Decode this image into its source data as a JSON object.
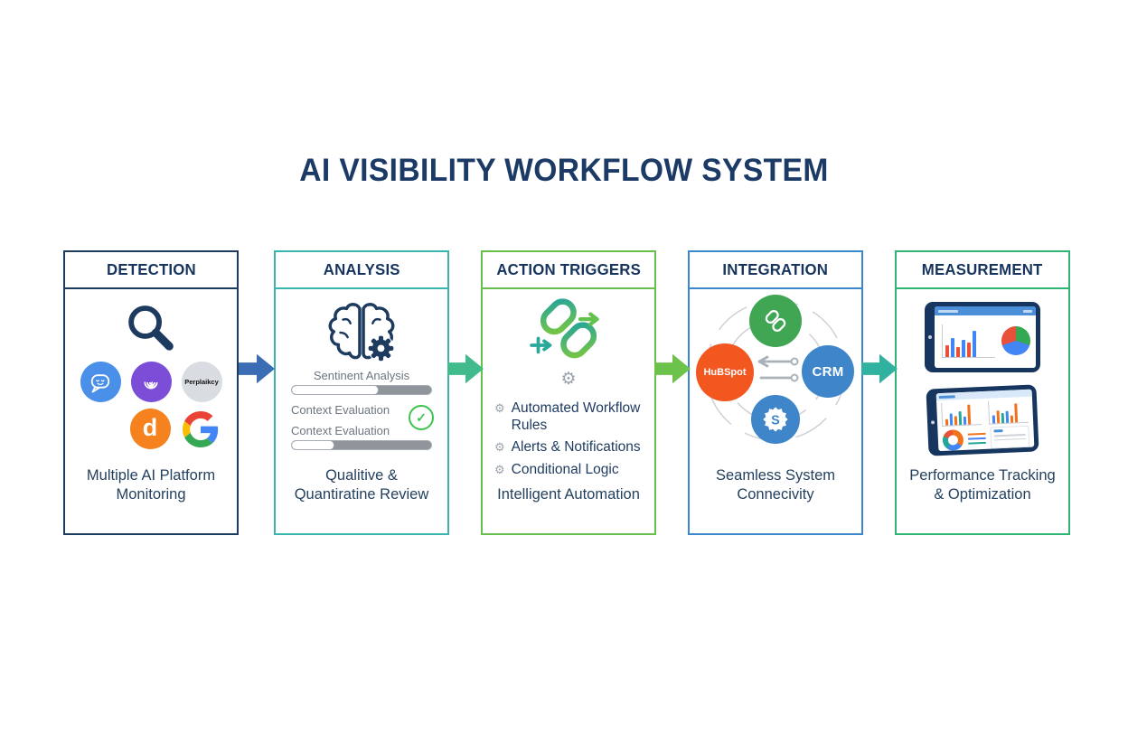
{
  "title": "AI VISIBILITY WORKFLOW SYSTEM",
  "icons": {
    "gear_glyph": "⚙",
    "check_glyph": "✓"
  },
  "arrows": [
    {
      "color": "#3b6cb4"
    },
    {
      "color": "#41ba8c"
    },
    {
      "color": "#6cc24b"
    },
    {
      "color": "#2fb3a0"
    }
  ],
  "stages": [
    {
      "label": "DETECTION",
      "border_color": "#1d3a5f",
      "caption": "Multiple AI Platform\nMonitoring",
      "platforms": {
        "chat_color": "#4a8fe8",
        "spiral_color": "#7c4ed8",
        "perplexity_bg": "#d9dce1",
        "perplexity_label": "Perplaikcy",
        "d_bg": "#f5821f",
        "d_label": "d"
      }
    },
    {
      "label": "ANALYSIS",
      "border_color": "#3ab5ae",
      "caption": "Qualitive &\nQuantiratine Review",
      "sentiment_label": "Sentinent Analysis",
      "bar1_fill": "62%",
      "context1_label": "Context Evaluation",
      "context2_label": "Context Evaluation",
      "bar2_fill": "30%"
    },
    {
      "label": "ACTION TRIGGERS",
      "border_color": "#68bf4e",
      "bullets": [
        "Automated Workflow Rules",
        "Alerts & Notifications",
        "Conditional Logic"
      ],
      "caption": "Intelligent Automation"
    },
    {
      "label": "INTEGRATION",
      "border_color": "#3c88cc",
      "node_top_color": "#41a654",
      "node_left_label": "HuBSpot",
      "node_left_color": "#f2571f",
      "node_right_label": "CRM",
      "node_right_color": "#3e86c9",
      "node_bottom_label": "S",
      "node_bottom_color": "#3e86c9",
      "caption": "Seamless System\nConnecivity"
    },
    {
      "label": "MEASUREMENT",
      "border_color": "#2fb473",
      "caption": "Performance Tracking\n& Optimization",
      "tablet1": {
        "bars": [
          {
            "h": 13,
            "c": "#e8503a"
          },
          {
            "h": 21,
            "c": "#4285f4"
          },
          {
            "h": 11,
            "c": "#e8503a"
          },
          {
            "h": 19,
            "c": "#4285f4"
          },
          {
            "h": 16,
            "c": "#e8503a"
          },
          {
            "h": 29,
            "c": "#4285f4"
          }
        ],
        "pie": [
          {
            "c": "#34a853",
            "p": 30
          },
          {
            "c": "#4285f4",
            "p": 40
          },
          {
            "c": "#e8503a",
            "p": 30
          }
        ]
      },
      "tablet2": {
        "bars_a": [
          {
            "h": 7,
            "c": "#f2711c"
          },
          {
            "h": 13,
            "c": "#4285f4"
          },
          {
            "h": 10,
            "c": "#f2711c"
          },
          {
            "h": 15,
            "c": "#26a69a"
          },
          {
            "h": 9,
            "c": "#4285f4"
          },
          {
            "h": 22,
            "c": "#f2711c"
          }
        ],
        "bars_b": [
          {
            "h": 9,
            "c": "#4285f4"
          },
          {
            "h": 14,
            "c": "#f2711c"
          },
          {
            "h": 11,
            "c": "#26a69a"
          },
          {
            "h": 13,
            "c": "#4285f4"
          },
          {
            "h": 8,
            "c": "#f2711c"
          },
          {
            "h": 21,
            "c": "#f2711c"
          }
        ],
        "donut": [
          {
            "c": "#f2711c",
            "p": 35
          },
          {
            "c": "#4285f4",
            "p": 25
          },
          {
            "c": "#26a69a",
            "p": 22
          },
          {
            "c": "#e8503a",
            "p": 18
          }
        ]
      }
    }
  ]
}
